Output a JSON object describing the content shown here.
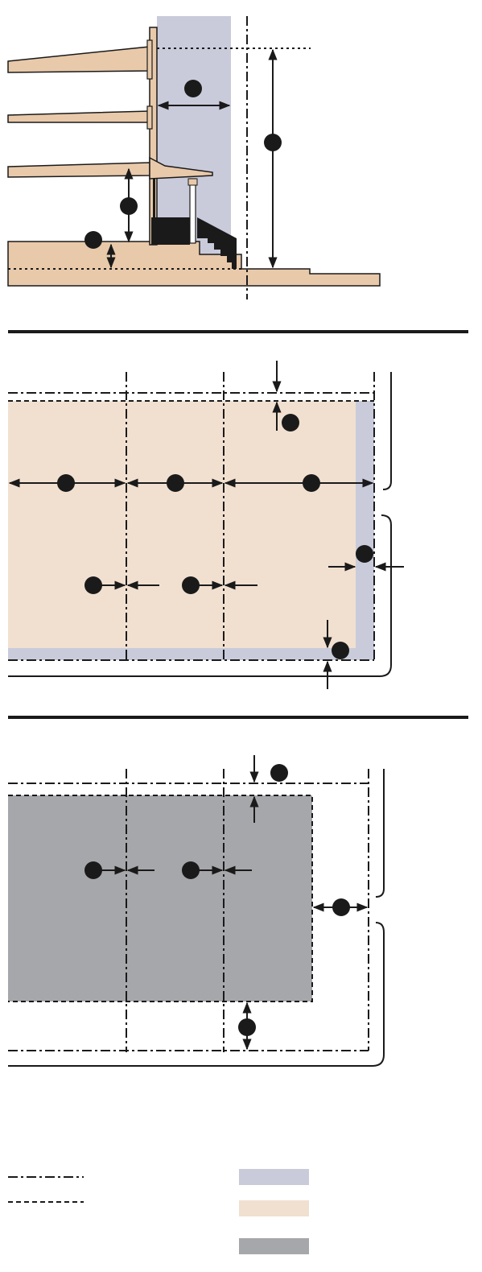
{
  "colors": {
    "lavender": "#c9cbdb",
    "tan": "#e8c9aa",
    "tan_light": "#f1e0d0",
    "tan_outline": "#8a6a4a",
    "gray": "#a6a7aa",
    "ink": "#1a1a1a",
    "background": "#ffffff"
  },
  "diagram": {
    "type": "architectural-setback-diagram",
    "panels": [
      "section-view",
      "floor-plan-setbacks",
      "building-footprint-setbacks",
      "legend"
    ],
    "legend_items": [
      {
        "line": "dash-dot"
      },
      {
        "line": "dashed"
      },
      {
        "swatch": "lavender"
      },
      {
        "swatch": "tan_light"
      },
      {
        "swatch": "gray"
      }
    ]
  }
}
